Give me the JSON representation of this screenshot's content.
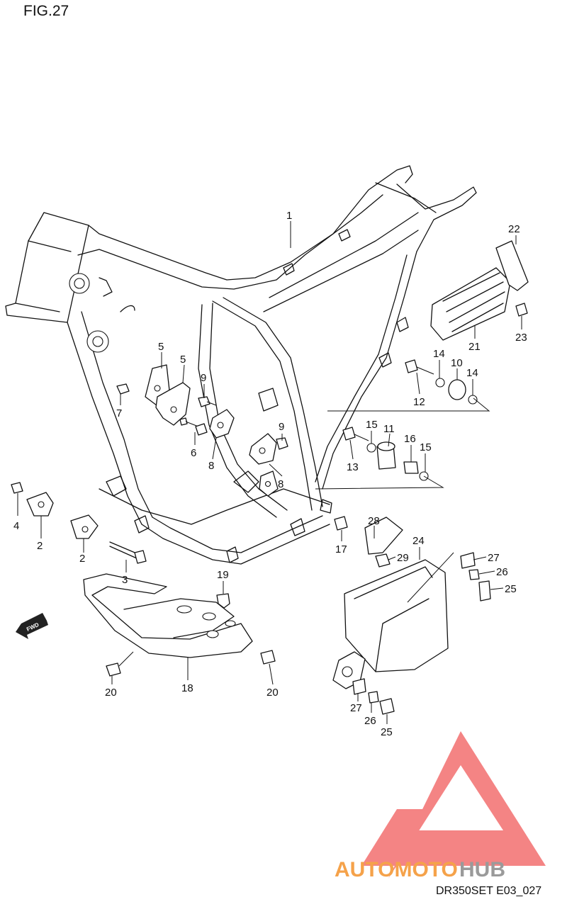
{
  "figure_label": "FIG.27",
  "diagram_code": "DR350SET E03_027",
  "fwd_label": "FWD",
  "watermark": {
    "text_orange": "AUTOMOTO",
    "text_gray": "HUB",
    "orange": "#F5A24A",
    "gray": "#9A9A9A",
    "triangle_color": "#F26E6E"
  },
  "callouts": [
    {
      "id": "c1",
      "text": "1"
    },
    {
      "id": "c2a",
      "text": "2"
    },
    {
      "id": "c2b",
      "text": "2"
    },
    {
      "id": "c3",
      "text": "3"
    },
    {
      "id": "c4",
      "text": "4"
    },
    {
      "id": "c5a",
      "text": "5"
    },
    {
      "id": "c5b",
      "text": "5"
    },
    {
      "id": "c6",
      "text": "6"
    },
    {
      "id": "c7",
      "text": "7"
    },
    {
      "id": "c8a",
      "text": "8"
    },
    {
      "id": "c8b",
      "text": "8"
    },
    {
      "id": "c9a",
      "text": "9"
    },
    {
      "id": "c9b",
      "text": "9"
    },
    {
      "id": "c10",
      "text": "10"
    },
    {
      "id": "c11",
      "text": "11"
    },
    {
      "id": "c12",
      "text": "12"
    },
    {
      "id": "c13",
      "text": "13"
    },
    {
      "id": "c14a",
      "text": "14"
    },
    {
      "id": "c14b",
      "text": "14"
    },
    {
      "id": "c15a",
      "text": "15"
    },
    {
      "id": "c15b",
      "text": "15"
    },
    {
      "id": "c16",
      "text": "16"
    },
    {
      "id": "c17",
      "text": "17"
    },
    {
      "id": "c18",
      "text": "18"
    },
    {
      "id": "c19",
      "text": "19"
    },
    {
      "id": "c20a",
      "text": "20"
    },
    {
      "id": "c20b",
      "text": "20"
    },
    {
      "id": "c21",
      "text": "21"
    },
    {
      "id": "c22",
      "text": "22"
    },
    {
      "id": "c23",
      "text": "23"
    },
    {
      "id": "c24",
      "text": "24"
    },
    {
      "id": "c25a",
      "text": "25"
    },
    {
      "id": "c25b",
      "text": "25"
    },
    {
      "id": "c26a",
      "text": "26"
    },
    {
      "id": "c26b",
      "text": "26"
    },
    {
      "id": "c27a",
      "text": "27"
    },
    {
      "id": "c27b",
      "text": "27"
    },
    {
      "id": "c28",
      "text": "28"
    },
    {
      "id": "c29",
      "text": "29"
    }
  ]
}
